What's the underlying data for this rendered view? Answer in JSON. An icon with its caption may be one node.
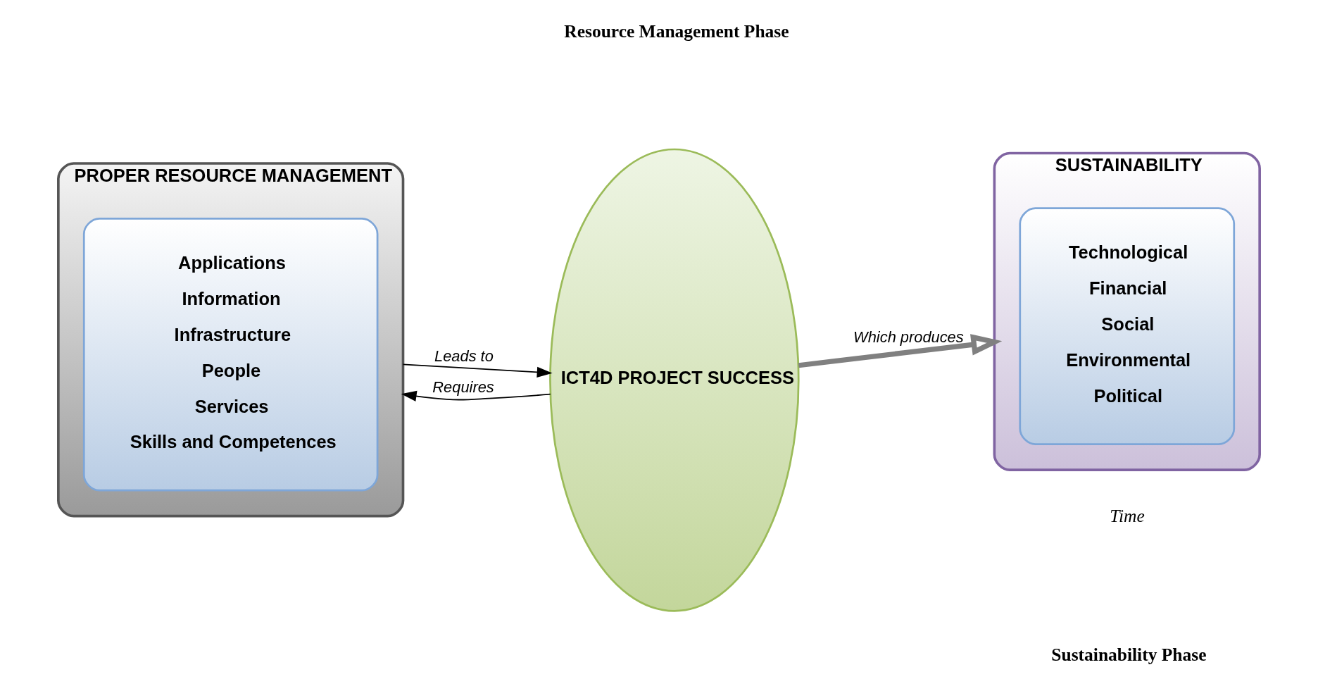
{
  "diagram": {
    "nodes": [
      {
        "text": [
          "PROPER RESOURCE MANAGEMENT"
        ]
      },
      {
        "text": [
          "Applications",
          "Information",
          "Infrastructure",
          "People",
          "Services",
          "Skills and Competences"
        ],
        "in": 0
      },
      {
        "text": [
          "ICT4D PROJECT SUCCESS"
        ]
      },
      {
        "text": [
          "SUSTAINABILITY"
        ]
      },
      {
        "text": [
          "Technological",
          "Financial",
          "Social",
          "Environmental",
          "Political"
        ],
        "in": 3
      }
    ],
    "edges": [
      {
        "from": 0,
        "to": 2,
        "arrow": "to",
        "label": "Leads to"
      },
      {
        "from": 2,
        "to": 0,
        "arrow": "to",
        "label": "Requires"
      },
      {
        "from": 2,
        "to": 3,
        "arrow": "to",
        "label": "Which produces",
        "style": "thick",
        "color": "#808080"
      }
    ],
    "labels": [
      "Time",
      "Resource Management Phase",
      "Sustainability Phase"
    ]
  }
}
